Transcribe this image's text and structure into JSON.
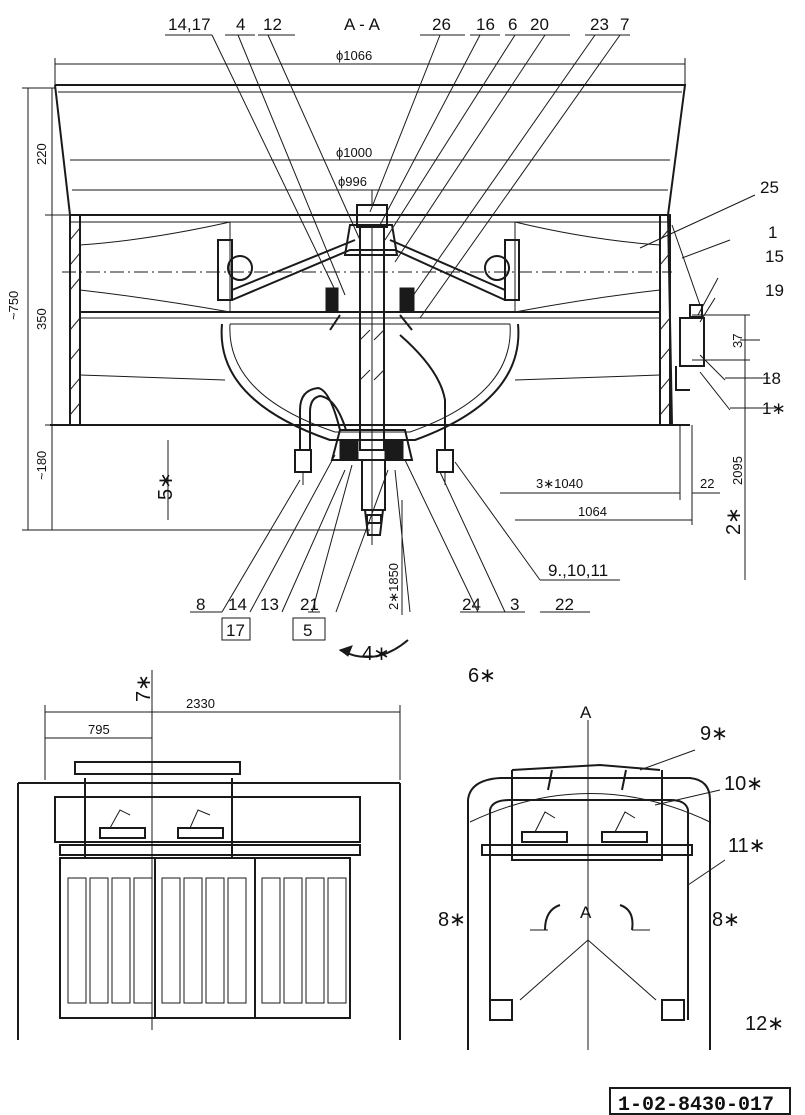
{
  "section_title": "A - A",
  "section_letter": "A",
  "drawing_number": "1-02-8430-017",
  "dimensions": {
    "d1066": "ϕ1066",
    "d1000": "ϕ1000",
    "d996": "ϕ996",
    "h750": "~750",
    "h220": "220",
    "h350": "350",
    "h180": "~180",
    "v37": "37",
    "v2095": "2095",
    "h22": "22",
    "h1040": "3∗1040",
    "h1064": "1064",
    "h1850": "2∗1850",
    "w2330": "2330",
    "w795": "795"
  },
  "top_labels": [
    "14,17",
    "4",
    "12",
    "26",
    "16",
    "6",
    "20",
    "23",
    "7"
  ],
  "right_labels": [
    "25",
    "1",
    "15",
    "19",
    "18",
    "1∗"
  ],
  "bottom_labels": [
    "8",
    "14",
    "13",
    "21",
    "24",
    "3",
    "22",
    "9.,10,11"
  ],
  "boxed_labels": [
    "17",
    "5"
  ],
  "notes": {
    "n2": "2∗",
    "n4": "4∗",
    "n5": "5∗",
    "n6": "6∗",
    "n7": "7∗",
    "n8": "8∗",
    "n9": "9∗",
    "n10": "10∗",
    "n11": "11∗",
    "n12": "12∗"
  }
}
